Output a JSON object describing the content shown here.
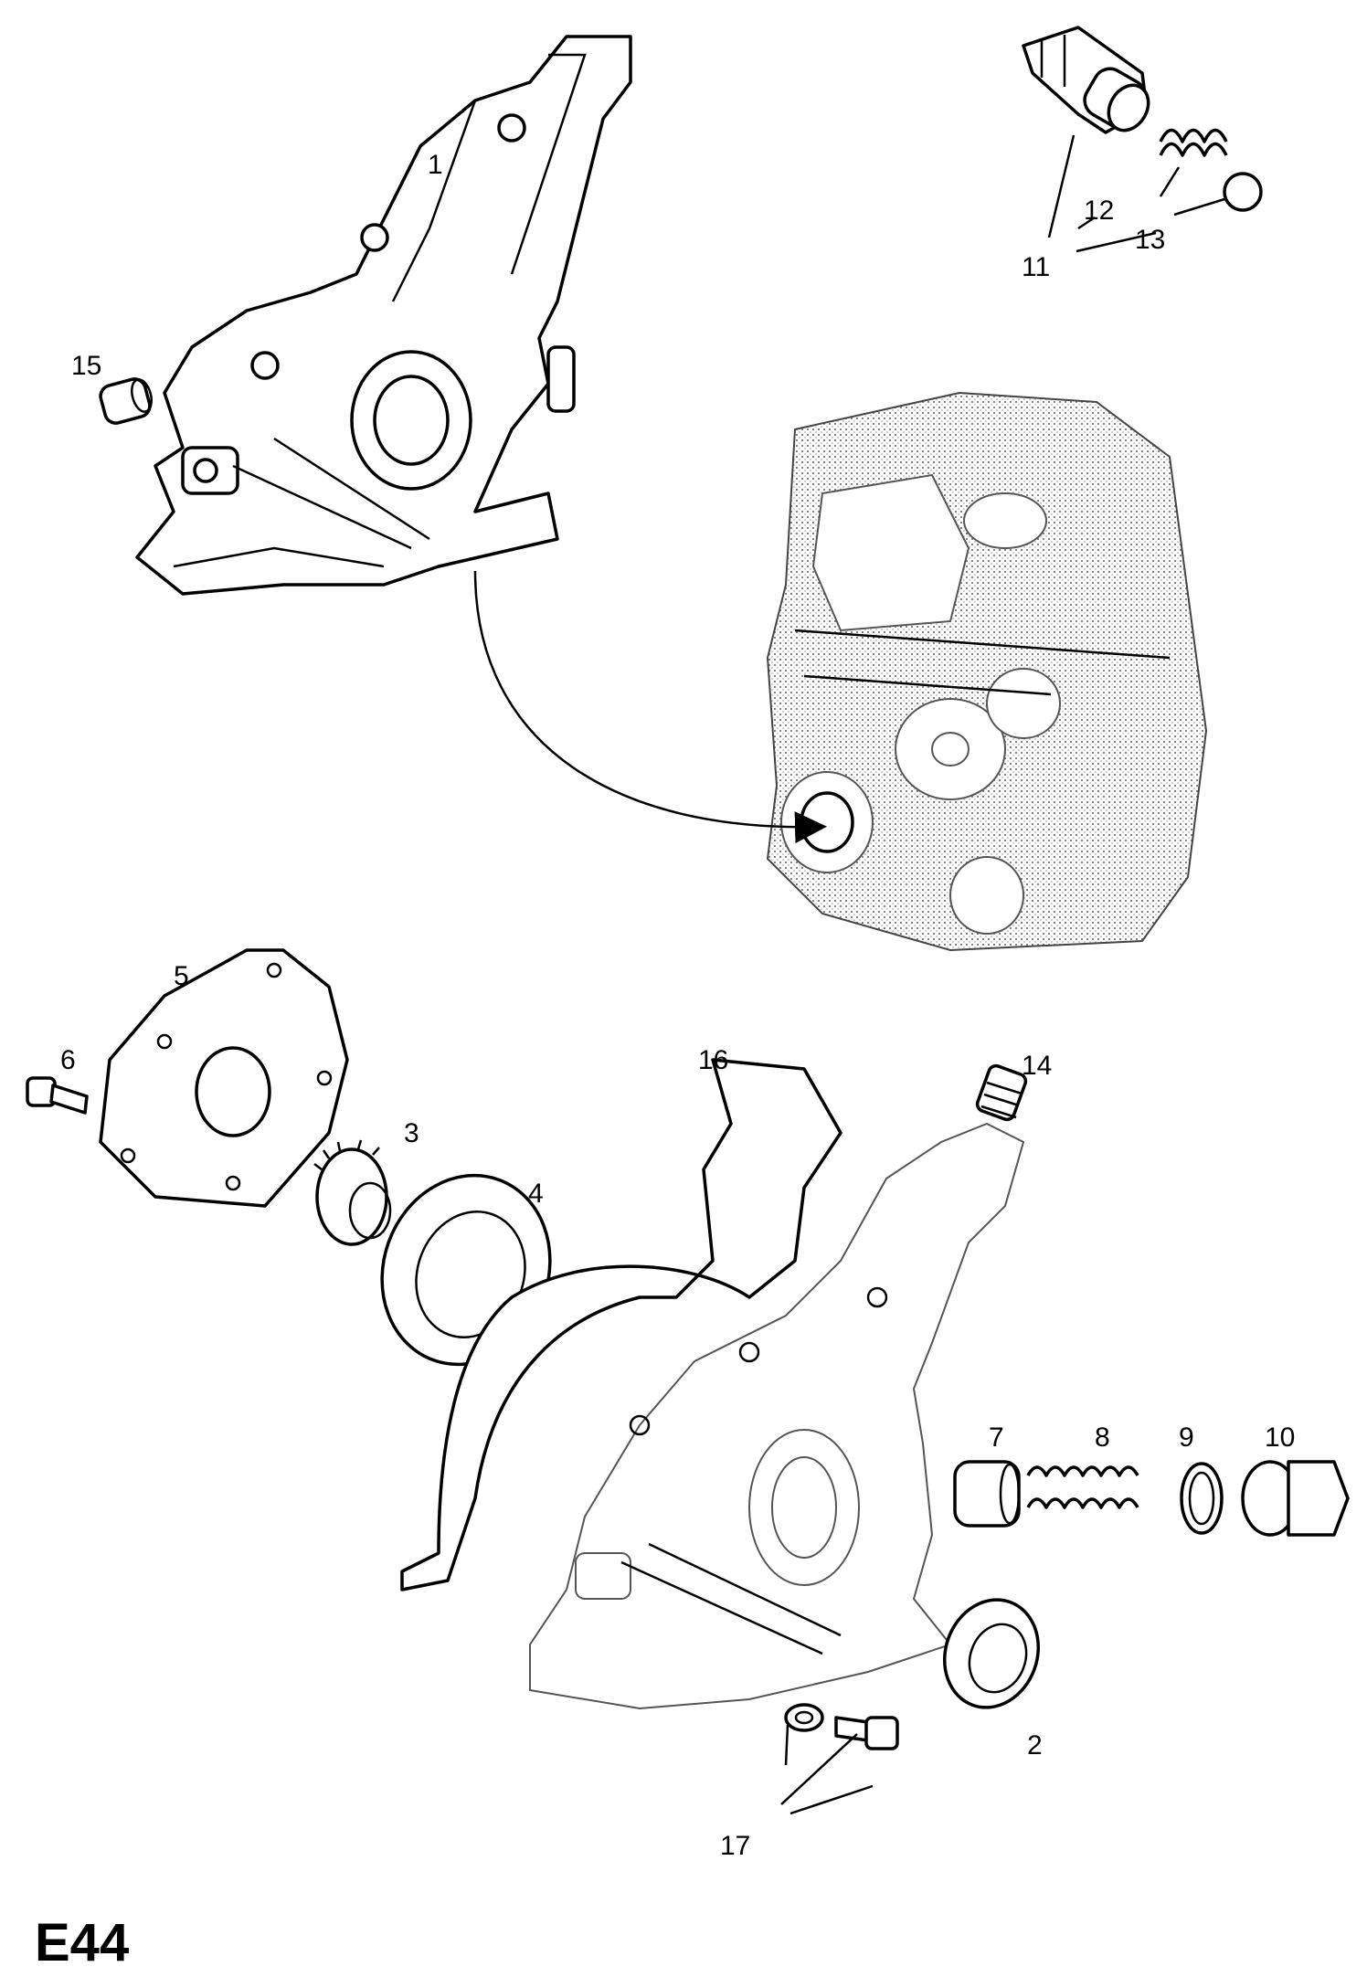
{
  "figure_code": "E44",
  "callouts": [
    {
      "id": "c1",
      "text": "1"
    },
    {
      "id": "c2",
      "text": "2"
    },
    {
      "id": "c3",
      "text": "3"
    },
    {
      "id": "c4",
      "text": "4"
    },
    {
      "id": "c5",
      "text": "5"
    },
    {
      "id": "c6",
      "text": "6"
    },
    {
      "id": "c7",
      "text": "7"
    },
    {
      "id": "c8",
      "text": "8"
    },
    {
      "id": "c9",
      "text": "9"
    },
    {
      "id": "c10",
      "text": "10"
    },
    {
      "id": "c11",
      "text": "11"
    },
    {
      "id": "c12",
      "text": "12"
    },
    {
      "id": "c13",
      "text": "13"
    },
    {
      "id": "c14",
      "text": "14"
    },
    {
      "id": "c15",
      "text": "15"
    },
    {
      "id": "c16",
      "text": "16"
    },
    {
      "id": "c17",
      "text": "17"
    }
  ]
}
